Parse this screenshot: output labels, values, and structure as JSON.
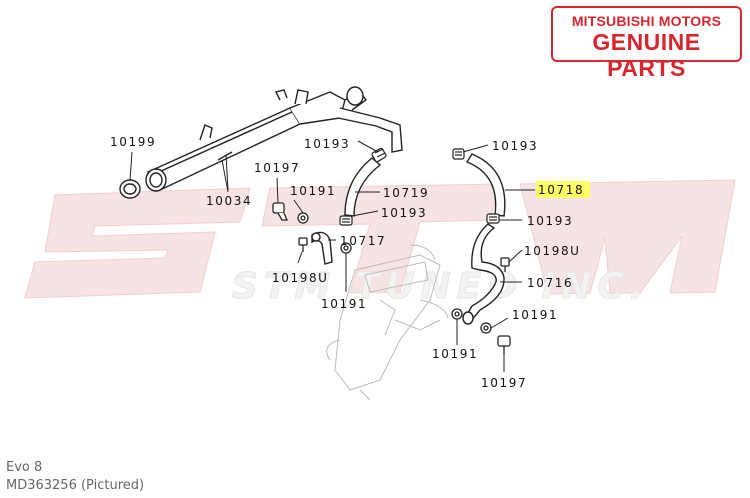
{
  "badge": {
    "line1": "MITSUBISHI MOTORS",
    "line2": "GENUINE PARTS"
  },
  "watermark": {
    "text": "STM",
    "subtext": "STM TUNED INC."
  },
  "labels": {
    "p10199": "10199",
    "p10034": "10034",
    "p10197a": "10197",
    "p10191a": "10191",
    "p10198a": "10198U",
    "p10193a": "10193",
    "p10719": "10719",
    "p10193b": "10193",
    "p10717": "10717",
    "p10191b": "10191",
    "p10193c": "10193",
    "p10718": "10718",
    "p10193d": "10193",
    "p10198b": "10198U",
    "p10716": "10716",
    "p10191c": "10191",
    "p10191d": "10191",
    "p10197b": "10197"
  },
  "highlight_color": "#ffff66",
  "accent_color": "#d8262e",
  "caption": {
    "model": "Evo 8",
    "part": "MD363256  (Pictured)"
  }
}
